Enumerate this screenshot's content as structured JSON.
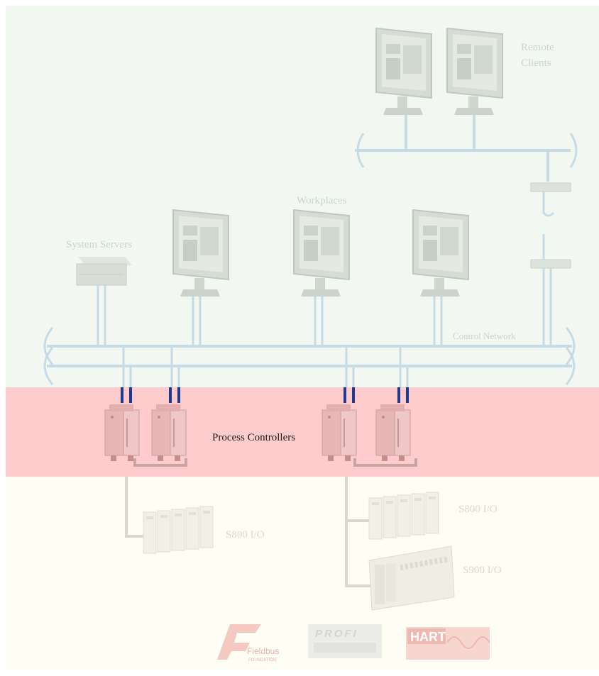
{
  "labels": {
    "remote_clients_line1": "Remote",
    "remote_clients_line2": "Clients",
    "workplaces": "Workplaces",
    "system_servers": "System Servers",
    "control_network": "Control Network",
    "process_controllers": "Process Controllers",
    "s800_left": "S800 I/O",
    "s800_right": "S800 I/O",
    "s900": "S900 I/O"
  },
  "logos": {
    "fieldbus": "Fieldbus",
    "fieldbus_sub": "FOUNDATION",
    "profibus": "PROFI",
    "hart": "HART"
  },
  "colors": {
    "top_zone": "#f2f8f1",
    "middle_zone": "#ffcccd",
    "bottom_zone": "#fefef4",
    "network_line": "#c5dbe6",
    "controller_link": "#1f3a8a",
    "io_cable": "#d8d8d0"
  }
}
